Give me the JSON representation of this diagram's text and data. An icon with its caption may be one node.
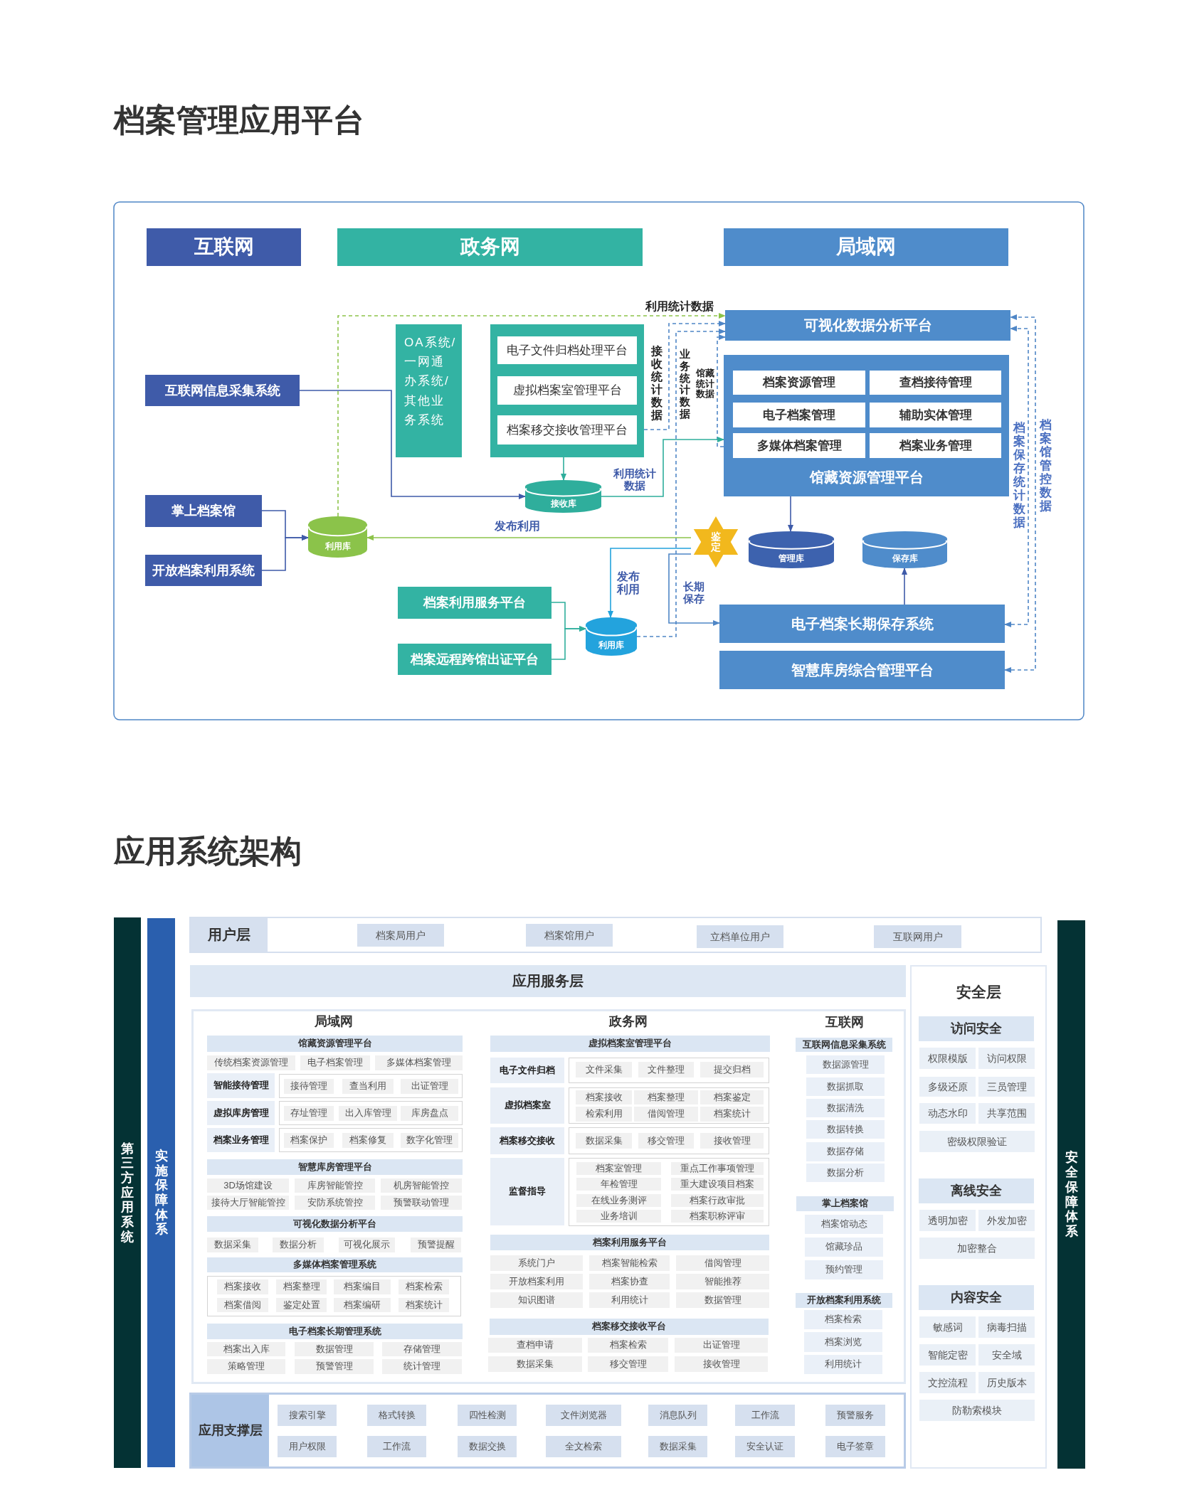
{
  "diagram": {
    "title": "档案管理应用平台",
    "nodes": [
      {
        "text": [
          "互联网"
        ]
      },
      {
        "text": [
          "政务网"
        ]
      },
      {
        "text": [
          "局域网"
        ]
      },
      {
        "text": [
          "互联网信息采集系统"
        ]
      },
      {
        "text": [
          "OA系统/一网通办系统/其他业务系统"
        ]
      },
      {
        "text": [],
        "shape": "box"
      },
      {
        "text": [
          "电子文件归档处理平台"
        ],
        "in": 5
      },
      {
        "text": [
          "虚拟档案室管理平台"
        ],
        "in": 5
      },
      {
        "text": [
          "档案移交接收管理平台"
        ],
        "in": 5
      },
      {
        "text": [
          "可视化数据分析平台"
        ]
      },
      {
        "text": [
          "馆藏资源管理平台"
        ]
      },
      {
        "text": [
          "档案资源管理"
        ],
        "in": 10
      },
      {
        "text": [
          "查档接待管理"
        ],
        "in": 10
      },
      {
        "text": [
          "电子档案管理"
        ],
        "in": 10
      },
      {
        "text": [
          "辅助实体管理"
        ],
        "in": 10
      },
      {
        "text": [
          "多媒体档案管理"
        ],
        "in": 10
      },
      {
        "text": [
          "档案业务管理"
        ],
        "in": 10
      },
      {
        "text": [
          "掌上档案馆"
        ]
      },
      {
        "text": [
          "利用库"
        ]
      },
      {
        "text": [
          "接收库"
        ]
      },
      {
        "text": [
          "开放档案利用系统"
        ]
      },
      {
        "text": [
          "鉴定"
        ]
      },
      {
        "text": [
          "管理库"
        ]
      },
      {
        "text": [
          "保存库"
        ]
      },
      {
        "text": [
          "档案利用服务平台"
        ]
      },
      {
        "text": [
          "利用库"
        ]
      },
      {
        "text": [
          "档案远程跨馆出证平台"
        ]
      },
      {
        "text": [
          "电子档案长期保存系统"
        ]
      },
      {
        "text": [
          "智慧库房综合管理平台"
        ]
      },
      {
        "text": [
          "第三方应用系统"
        ]
      },
      {
        "text": [
          "实施保障体系"
        ]
      },
      {
        "text": [
          "用户层"
        ]
      },
      {
        "text": [
          "档案局用户"
        ],
        "in": 31
      },
      {
        "text": [
          "档案馆用户"
        ],
        "in": 31
      },
      {
        "text": [
          "立档单位用户"
        ],
        "in": 31
      },
      {
        "text": [
          "互联网用户"
        ],
        "in": 31
      },
      {
        "text": [
          "应用服务层"
        ]
      },
      {
        "text": [],
        "shape": "box"
      },
      {
        "text": [
          "馆藏资源管理平台"
        ],
        "in": 37
      },
      {
        "text": [
          "传统档案资源管理"
        ],
        "in": 37
      },
      {
        "text": [
          "电子档案管理"
        ],
        "in": 37
      },
      {
        "text": [
          "多媒体档案管理"
        ],
        "in": 37
      },
      {
        "text": [
          "智能接待管理"
        ],
        "in": 37
      },
      {
        "text": [],
        "shape": "box",
        "in": 37
      },
      {
        "text": [
          "接待管理"
        ],
        "in": 43
      },
      {
        "text": [
          "查当利用"
        ],
        "in": 43
      },
      {
        "text": [
          "出证管理"
        ],
        "in": 43
      },
      {
        "text": [
          "虚拟库房管理"
        ],
        "in": 37
      },
      {
        "text": [],
        "shape": "box",
        "in": 37
      },
      {
        "text": [
          "存址管理"
        ],
        "in": 48
      },
      {
        "text": [
          "出入库管理"
        ],
        "in": 48
      },
      {
        "text": [
          "库房盘点"
        ],
        "in": 48
      },
      {
        "text": [
          "档案业务管理"
        ],
        "in": 37
      },
      {
        "text": [],
        "shape": "box",
        "in": 37
      },
      {
        "text": [
          "档案保护"
        ],
        "in": 53
      },
      {
        "text": [
          "档案修复"
        ],
        "in": 53
      },
      {
        "text": [
          "数字化管理"
        ],
        "in": 53
      },
      {
        "text": [
          "智慧库房管理平台"
        ],
        "in": 37
      },
      {
        "text": [
          "3D场馆建设"
        ],
        "in": 37
      },
      {
        "text": [
          "库房智能管控"
        ],
        "in": 37
      },
      {
        "text": [
          "机房智能管控"
        ],
        "in": 37
      },
      {
        "text": [
          "接待大厅智能管控"
        ],
        "in": 37
      },
      {
        "text": [
          "安防系统管控"
        ],
        "in": 37
      },
      {
        "text": [
          "预警联动管理"
        ],
        "in": 37
      },
      {
        "text": [
          "可视化数据分析平台"
        ],
        "in": 37
      },
      {
        "text": [
          "数据采集"
        ],
        "in": 37
      },
      {
        "text": [
          "数据分析"
        ],
        "in": 37
      },
      {
        "text": [
          "可视化展示"
        ],
        "in": 37
      },
      {
        "text": [
          "预警提醒"
        ],
        "in": 37
      },
      {
        "text": [
          "多媒体档案管理系统"
        ],
        "in": 37
      },
      {
        "text": [],
        "shape": "box",
        "in": 37
      },
      {
        "text": [
          "档案接收"
        ],
        "in": 70
      },
      {
        "text": [
          "档案整理"
        ],
        "in": 70
      },
      {
        "text": [
          "档案编目"
        ],
        "in": 70
      },
      {
        "text": [
          "档案检索"
        ],
        "in": 70
      },
      {
        "text": [
          "档案借阅"
        ],
        "in": 70
      },
      {
        "text": [
          "鉴定处置"
        ],
        "in": 70
      },
      {
        "text": [
          "档案编研"
        ],
        "in": 70
      },
      {
        "text": [
          "档案统计"
        ],
        "in": 70
      },
      {
        "text": [
          "电子档案长期管理系统"
        ],
        "in": 37
      },
      {
        "text": [
          "档案出入库"
        ],
        "in": 37
      },
      {
        "text": [
          "数据管理"
        ],
        "in": 37
      },
      {
        "text": [
          "存储管理"
        ],
        "in": 37
      },
      {
        "text": [
          "策略管理"
        ],
        "in": 37
      },
      {
        "text": [
          "预警管理"
        ],
        "in": 37
      },
      {
        "text": [
          "统计管理"
        ],
        "in": 37
      },
      {
        "text": [
          "虚拟档案室管理平台"
        ],
        "in": 37
      },
      {
        "text": [
          "电子文件归档"
        ],
        "in": 37
      },
      {
        "text": [],
        "shape": "box",
        "in": 37
      },
      {
        "text": [
          "文件采集"
        ],
        "in": 88
      },
      {
        "text": [
          "文件整理"
        ],
        "in": 88
      },
      {
        "text": [
          "提交归档"
        ],
        "in": 88
      },
      {
        "text": [
          "虚拟档案室"
        ],
        "in": 37
      },
      {
        "text": [],
        "shape": "box",
        "in": 37
      },
      {
        "text": [
          "档案接收"
        ],
        "in": 93
      },
      {
        "text": [
          "档案整理"
        ],
        "in": 93
      },
      {
        "text": [
          "档案鉴定"
        ],
        "in": 93
      },
      {
        "text": [
          "检索利用"
        ],
        "in": 93
      },
      {
        "text": [
          "借阅管理"
        ],
        "in": 93
      },
      {
        "text": [
          "档案统计"
        ],
        "in": 93
      },
      {
        "text": [
          "档案移交接收"
        ],
        "in": 37
      },
      {
        "text": [],
        "shape": "box",
        "in": 37
      },
      {
        "text": [
          "数据采集"
        ],
        "in": 101
      },
      {
        "text": [
          "移交管理"
        ],
        "in": 101
      },
      {
        "text": [
          "接收管理"
        ],
        "in": 101
      },
      {
        "text": [
          "监督指导"
        ],
        "in": 37
      },
      {
        "text": [],
        "shape": "box",
        "in": 37
      },
      {
        "text": [
          "档案室管理"
        ],
        "in": 106
      },
      {
        "text": [
          "重点工作事项管理"
        ],
        "in": 106
      },
      {
        "text": [
          "年检管理"
        ],
        "in": 106
      },
      {
        "text": [
          "重大建设项目档案"
        ],
        "in": 106
      },
      {
        "text": [
          "在线业务测评"
        ],
        "in": 106
      },
      {
        "text": [
          "档案行政审批"
        ],
        "in": 106
      },
      {
        "text": [
          "业务培训"
        ],
        "in": 106
      },
      {
        "text": [
          "档案职称评审"
        ],
        "in": 106
      },
      {
        "text": [
          "档案利用服务平台"
        ],
        "in": 37
      },
      {
        "text": [
          "系统门户"
        ],
        "in": 37
      },
      {
        "text": [
          "档案智能检索"
        ],
        "in": 37
      },
      {
        "text": [
          "借阅管理"
        ],
        "in": 37
      },
      {
        "text": [
          "开放档案利用"
        ],
        "in": 37
      },
      {
        "text": [
          "档案协查"
        ],
        "in": 37
      },
      {
        "text": [
          "智能推荐"
        ],
        "in": 37
      },
      {
        "text": [
          "知识图谱"
        ],
        "in": 37
      },
      {
        "text": [
          "利用统计"
        ],
        "in": 37
      },
      {
        "text": [
          "数据管理"
        ],
        "in": 37
      },
      {
        "text": [
          "档案移交接收平台"
        ],
        "in": 37
      },
      {
        "text": [
          "查档申请"
        ],
        "in": 37
      },
      {
        "text": [
          "档案检索"
        ],
        "in": 37
      },
      {
        "text": [
          "出证管理"
        ],
        "in": 37
      },
      {
        "text": [
          "数据采集"
        ],
        "in": 37
      },
      {
        "text": [
          "移交管理"
        ],
        "in": 37
      },
      {
        "text": [
          "接收管理"
        ],
        "in": 37
      },
      {
        "text": [
          "互联网信息采集系统"
        ],
        "in": 37
      },
      {
        "text": [
          "数据源管理"
        ],
        "in": 37
      },
      {
        "text": [
          "数据抓取"
        ],
        "in": 37
      },
      {
        "text": [
          "数据清洗"
        ],
        "in": 37
      },
      {
        "text": [
          "数据转换"
        ],
        "in": 37
      },
      {
        "text": [
          "数据存储"
        ],
        "in": 37
      },
      {
        "text": [
          "数据分析"
        ],
        "in": 37
      },
      {
        "text": [
          "掌上档案馆"
        ],
        "in": 37
      },
      {
        "text": [
          "档案馆动态"
        ],
        "in": 37
      },
      {
        "text": [
          "馆藏珍品"
        ],
        "in": 37
      },
      {
        "text": [
          "预约管理"
        ],
        "in": 37
      },
      {
        "text": [
          "开放档案利用系统"
        ],
        "in": 37
      },
      {
        "text": [
          "档案检索"
        ],
        "in": 37
      },
      {
        "text": [
          "档案浏览"
        ],
        "in": 37
      },
      {
        "text": [
          "利用统计"
        ],
        "in": 37
      },
      {
        "text": [
          "安全层"
        ]
      },
      {
        "text": [
          "访问安全"
        ],
        "in": 147
      },
      {
        "text": [
          "权限模版"
        ],
        "in": 147
      },
      {
        "text": [
          "访问权限"
        ],
        "in": 147
      },
      {
        "text": [
          "多级还原"
        ],
        "in": 147
      },
      {
        "text": [
          "三员管理"
        ],
        "in": 147
      },
      {
        "text": [
          "动态水印"
        ],
        "in": 147
      },
      {
        "text": [
          "共享范围"
        ],
        "in": 147
      },
      {
        "text": [
          "密级权限验证"
        ],
        "in": 147
      },
      {
        "text": [
          "离线安全"
        ],
        "in": 147
      },
      {
        "text": [
          "透明加密"
        ],
        "in": 147
      },
      {
        "text": [
          "外发加密"
        ],
        "in": 147
      },
      {
        "text": [
          "加密整合"
        ],
        "in": 147
      },
      {
        "text": [
          "内容安全"
        ],
        "in": 147
      },
      {
        "text": [
          "敏感词"
        ],
        "in": 147
      },
      {
        "text": [
          "病毒扫描"
        ],
        "in": 147
      },
      {
        "text": [
          "智能定密"
        ],
        "in": 147
      },
      {
        "text": [
          "安全域"
        ],
        "in": 147
      },
      {
        "text": [
          "文控流程"
        ],
        "in": 147
      },
      {
        "text": [
          "历史版本"
        ],
        "in": 147
      },
      {
        "text": [
          "防勒索模块"
        ],
        "in": 147
      },
      {
        "text": [
          "应用支撑层"
        ]
      },
      {
        "text": [
          "搜索引擎"
        ],
        "in": 168
      },
      {
        "text": [
          "格式转换"
        ],
        "in": 168
      },
      {
        "text": [
          "四性检测"
        ],
        "in": 168
      },
      {
        "text": [
          "文件浏览器"
        ],
        "in": 168
      },
      {
        "text": [
          "消息队列"
        ],
        "in": 168
      },
      {
        "text": [
          "工作流"
        ],
        "in": 168
      },
      {
        "text": [
          "预警服务"
        ],
        "in": 168
      },
      {
        "text": [
          "用户权限"
        ],
        "in": 168
      },
      {
        "text": [
          "工作流"
        ],
        "in": 168
      },
      {
        "text": [
          "数据交换"
        ],
        "in": 168
      },
      {
        "text": [
          "全文检索"
        ],
        "in": 168
      },
      {
        "text": [
          "数据采集"
        ],
        "in": 168
      },
      {
        "text": [
          "安全认证"
        ],
        "in": 168
      },
      {
        "text": [
          "电子签章"
        ],
        "in": 168
      },
      {
        "text": [
          "安全保障体系"
        ]
      }
    ],
    "edges": [
      {
        "from": 3,
        "to": 19,
        "arrow": "to",
        "color": "#3f5ba9"
      },
      {
        "from": 17,
        "to": 18,
        "arrow": "to",
        "color": "#3f5ba9"
      },
      {
        "from": 20,
        "to": 18,
        "arrow": "to",
        "color": "#3f5ba9"
      },
      {
        "from": 18,
        "to": 9,
        "arrow": "to",
        "label": "利用统计数据",
        "style": "dashed",
        "color": "#8dc34a"
      },
      {
        "from": 5,
        "to": 19,
        "arrow": "to",
        "color": "#2fae9c"
      },
      {
        "from": 5,
        "to": 9,
        "arrow": "to",
        "label": "接收统计数据",
        "style": "dashed"
      },
      {
        "from": 25,
        "to": 9,
        "arrow": "to",
        "label": "业务统计数据",
        "style": "dashed"
      },
      {
        "from": 10,
        "to": 9,
        "arrow": "to",
        "label": "馆藏统计数据",
        "style": "dashed"
      },
      {
        "from": 19,
        "to": 10,
        "arrow": "to",
        "label": "利用统计数据",
        "color": "#2fae9c"
      },
      {
        "from": 21,
        "to": 18,
        "arrow": "to",
        "label": "发布利用",
        "color": "#8dc34a"
      },
      {
        "from": 21,
        "to": 25,
        "arrow": "to",
        "label": "发布利用",
        "color": "#23a3dd"
      },
      {
        "from": 21,
        "to": 27,
        "arrow": "to",
        "label": "长期保存"
      },
      {
        "from": 10,
        "to": 22,
        "arrow": "to",
        "color": "#3f5ba9"
      },
      {
        "from": 27,
        "to": 23,
        "arrow": "to",
        "color": "#3f5ba9"
      },
      {
        "from": 24,
        "to": 25,
        "arrow": "to",
        "color": "#2fae9c"
      },
      {
        "from": 26,
        "to": 25,
        "arrow": "to",
        "color": "#2fae9c"
      },
      {
        "from": 27,
        "to": 9,
        "arrow": "both",
        "label": "档案保存统计数据",
        "style": "dashed"
      },
      {
        "from": 28,
        "to": 9,
        "arrow": "both",
        "label": "档案馆管控数据",
        "style": "dashed"
      }
    ],
    "labels": [
      "应用系统架构",
      "局域网",
      "政务网",
      "互联网"
    ]
  }
}
